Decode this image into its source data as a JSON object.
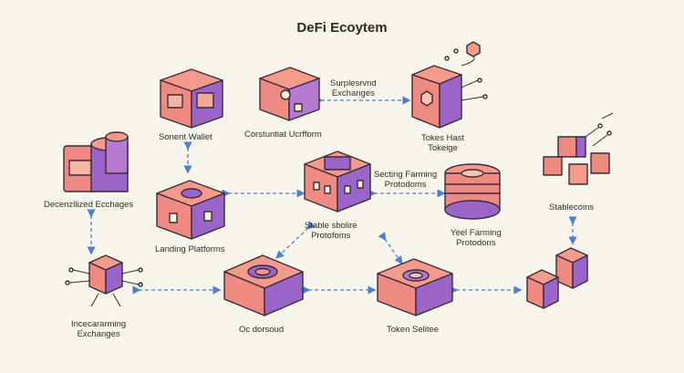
{
  "title": "DeFi Ecoytem",
  "colors": {
    "background": "#f7f5ec",
    "block_top": "#f49a8b",
    "block_front": "#ef8a82",
    "block_side": "#9b64c8",
    "outline": "#3a2c3a",
    "connector": "#4f7fd0"
  },
  "labels": {
    "surplus_exchanges_1": "Surplesrvnd",
    "surplus_exchanges_2": "Exchanges",
    "sonent_wallet": "Sonent Wallet",
    "consortiat_platform": "Corstuntiat Ucrfform",
    "tokes_hast_1": "Tokes Hast",
    "tokes_hast_2": "Tokeige",
    "decentralized_exchanges": "Decenzllized Ecchages",
    "secting_farming_1": "Secting Farming",
    "secting_farming_2": "Protodoms",
    "stablecoins": "Stablecoins",
    "landing_platforms": "Landing Platforms",
    "stable_protocols_1": "Stable sbolire",
    "stable_protocols_2": "Protofoms",
    "yeel_farming_1": "Yeel Farming",
    "yeel_farming_2": "Protodons",
    "incecararming_1": "Incecararming",
    "incecararming_2": "Exchanges",
    "oc_dorsoud": "Oc dorsoud",
    "token_selitee": "Token Selitee"
  }
}
